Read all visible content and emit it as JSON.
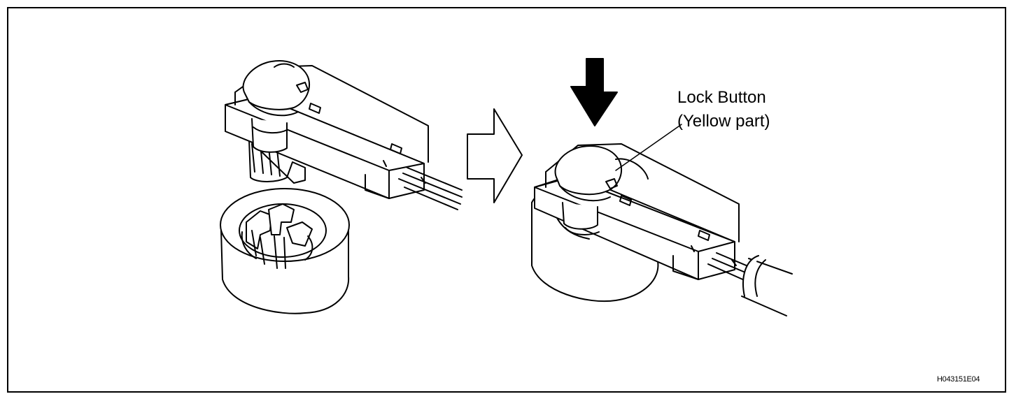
{
  "callout": {
    "line1": "Lock Button",
    "line2": "(Yellow part)"
  },
  "figure_code": "H043151E04",
  "colors": {
    "ink": "#000000",
    "paper": "#ffffff",
    "shade": "#bcbcbc"
  }
}
